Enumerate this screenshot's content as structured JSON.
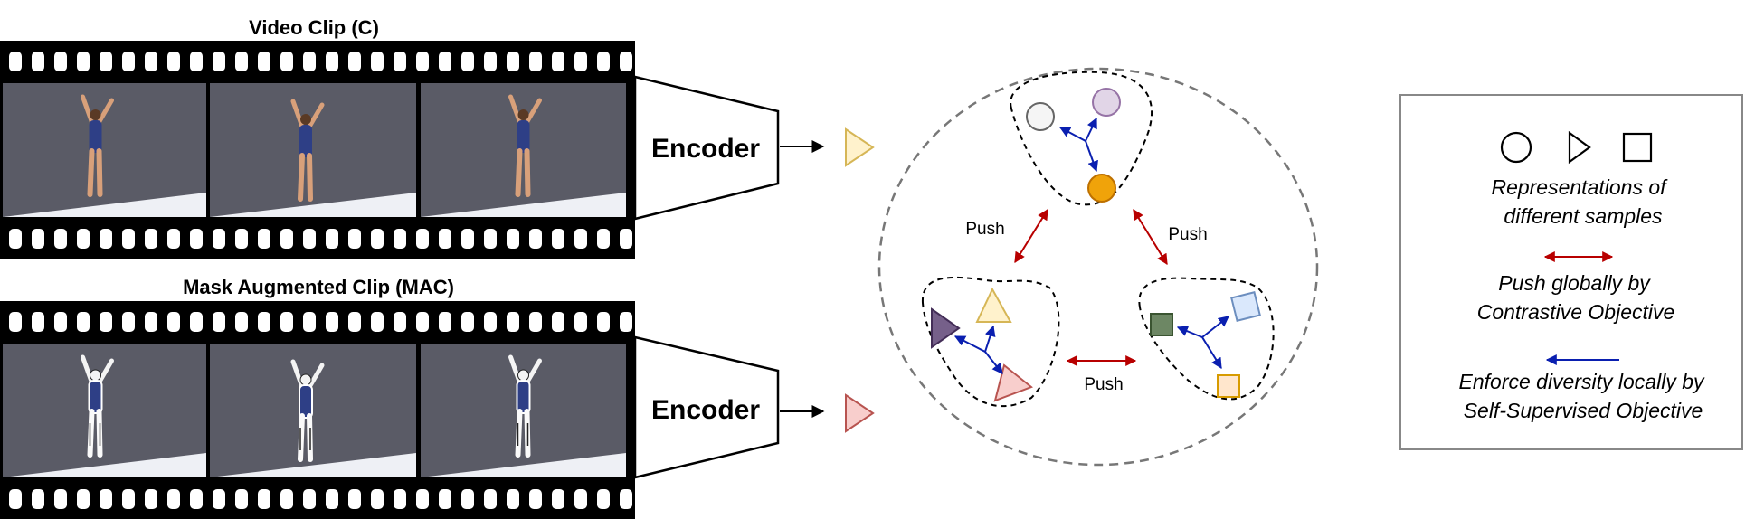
{
  "clips": {
    "video_clip_title": "Video Clip (C)",
    "mac_clip_title": "Mask Augmented Clip (MAC)"
  },
  "encoder": {
    "top_label": "Encoder",
    "bottom_label": "Encoder"
  },
  "feature_space": {
    "push_labels": [
      "Push",
      "Push",
      "Push"
    ]
  },
  "legend": {
    "representations_line1": "Representations of",
    "representations_line2": "different samples",
    "push_line1": "Push globally by",
    "push_line2": "Contrastive Objective",
    "diversity_line1": "Enforce diversity locally by",
    "diversity_line2": "Self-Supervised Objective"
  },
  "colors": {
    "push_arrow": "#b80000",
    "diversity_arrow": "#0a1fb0",
    "film": "#000000",
    "frame_floor": "#5a5b66",
    "leotard": "#2e3f86",
    "sample_yellow_triangle": "#fff2cc",
    "sample_pink_triangle": "#f8cecc",
    "sample_purple_triangle": "#76608a",
    "sample_grey_circle": "#f5f5f5",
    "sample_lilac_circle": "#e1d5e7",
    "sample_orange_circle": "#f0a30a",
    "sample_green_square": "#6d8764",
    "sample_blue_square": "#dae8fc",
    "sample_cream_square": "#ffe6cc"
  },
  "icons": [
    "film-strip-icon",
    "gymnast-frame-icon",
    "encoder-trapezoid-icon",
    "circle-icon",
    "triangle-icon",
    "square-icon"
  ]
}
